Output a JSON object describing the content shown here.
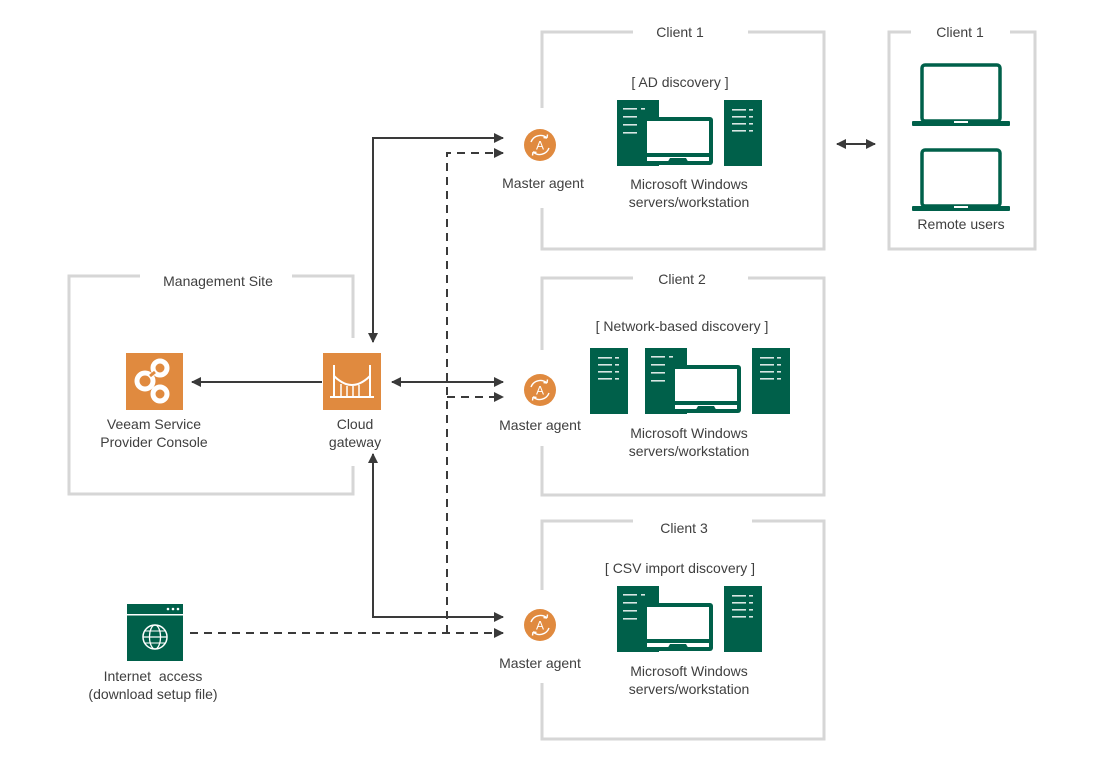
{
  "colors": {
    "orange": "#E08A3F",
    "green": "#00604A",
    "frame": "#D6D6D6",
    "line": "#3A3A3A",
    "text": "#3F3F3F"
  },
  "management_site": {
    "title": "Management Site",
    "console": {
      "icon": "veeam-console-icon",
      "label_line1": "Veeam Service",
      "label_line2": "Provider Console"
    },
    "gateway": {
      "icon": "bridge-icon",
      "label_line1": "Cloud",
      "label_line2": "gateway"
    }
  },
  "clients": [
    {
      "title": "Client 1",
      "discovery": "[ AD discovery ]",
      "agent_label": "Master agent",
      "agent_icon_letter": "A",
      "machines_line1": "Microsoft Windows",
      "machines_line2": "servers/workstation"
    },
    {
      "title": "Client 2",
      "discovery": "[ Network-based discovery ]",
      "agent_label": "Master agent",
      "agent_icon_letter": "A",
      "machines_line1": "Microsoft Windows",
      "machines_line2": "servers/workstation"
    },
    {
      "title": "Client 3",
      "discovery": "[ CSV import discovery ]",
      "agent_label": "Master agent",
      "agent_icon_letter": "A",
      "machines_line1": "Microsoft Windows",
      "machines_line2": "servers/workstation"
    }
  ],
  "remote": {
    "title": "Client 1",
    "label": "Remote users"
  },
  "internet": {
    "icon": "globe-window-icon",
    "label_line1": "Internet  access",
    "label_line2": "(download setup file)"
  },
  "connections": [
    {
      "from": "cloud-gateway",
      "to": "veeam-console",
      "style": "solid",
      "direction": "one-way"
    },
    {
      "from": "cloud-gateway",
      "to": "client-1-master-agent",
      "style": "solid",
      "direction": "two-way"
    },
    {
      "from": "cloud-gateway",
      "to": "client-2-master-agent",
      "style": "solid",
      "direction": "two-way"
    },
    {
      "from": "cloud-gateway",
      "to": "client-3-master-agent",
      "style": "solid",
      "direction": "two-way"
    },
    {
      "from": "internet-access",
      "to": "all-master-agents",
      "style": "dashed",
      "direction": "one-way"
    },
    {
      "from": "client-1",
      "to": "remote-users",
      "style": "solid",
      "direction": "two-way"
    }
  ]
}
